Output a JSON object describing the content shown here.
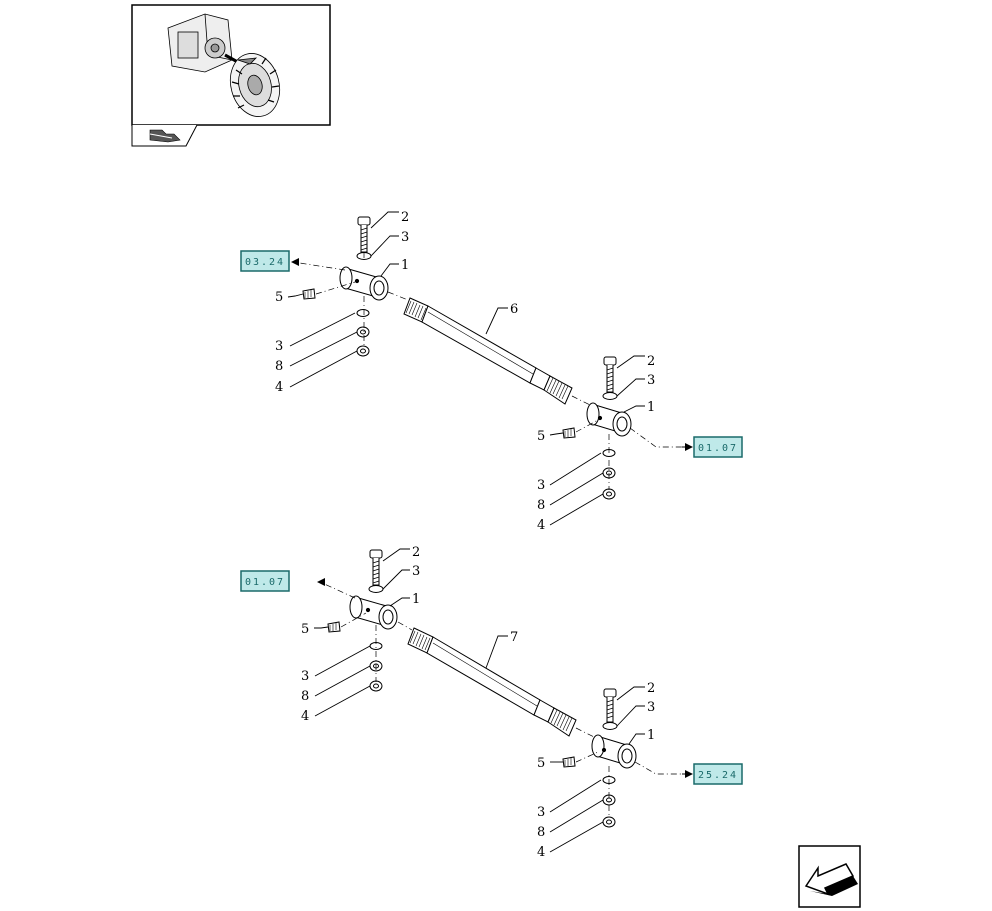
{
  "page": {
    "thumbnail_icon": "tractor-axle-wheel-thumbnail",
    "nav_icon": "book-arrow-icon",
    "next_page_icon": "previous-page-arrow-icon"
  },
  "reference_boxes": {
    "ref_a": "03.24",
    "ref_b": "01.07",
    "ref_c": "01.07",
    "ref_d": "25.24"
  },
  "callouts": {
    "a_2": "2",
    "a_3": "3",
    "a_1": "1",
    "a_5": "5",
    "a_3b": "3",
    "a_8": "8",
    "a_4": "4",
    "a_6": "6",
    "b_2": "2",
    "b_3": "3",
    "b_1": "1",
    "b_5": "5",
    "b_3b": "3",
    "b_8": "8",
    "b_4": "4",
    "c_2": "2",
    "c_3": "3",
    "c_1": "1",
    "c_5": "5",
    "c_3b": "3",
    "c_8": "8",
    "c_4": "4",
    "c_7": "7",
    "d_2": "2",
    "d_3": "3",
    "d_1": "1",
    "d_5": "5",
    "d_3b": "3",
    "d_8": "8",
    "d_4": "4"
  },
  "colors": {
    "ref_fill": "#bfe9e9",
    "ref_border": "#1a6a6a",
    "line": "#000000"
  }
}
